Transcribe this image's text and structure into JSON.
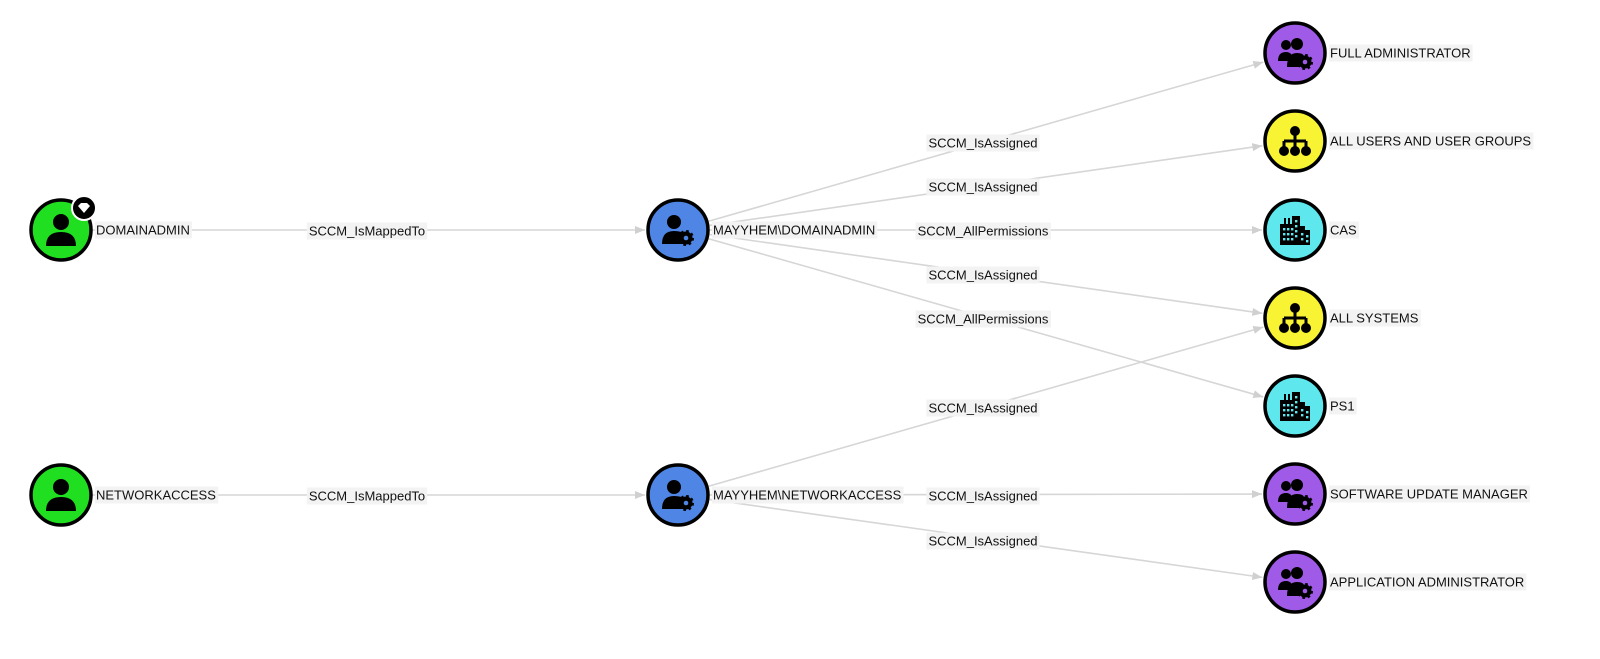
{
  "colors": {
    "user": "#20de20",
    "sccm_user": "#4f86e6",
    "role": "#a05ae8",
    "collection": "#f8f434",
    "site": "#5ee8ee",
    "edge": "#d6d6d6"
  },
  "nodes": [
    {
      "id": "domainadmin",
      "label": "DOMAINADMIN",
      "kind": "user",
      "icon": "user-icon",
      "badge": "diamond-icon"
    },
    {
      "id": "networkaccess",
      "label": "NETWORKACCESS",
      "kind": "user",
      "icon": "user-icon"
    },
    {
      "id": "m_domainadmin",
      "label": "MAYYHEM\\DOMAINADMIN",
      "kind": "sccm_user",
      "icon": "user-gear-icon"
    },
    {
      "id": "m_networkaccess",
      "label": "MAYYHEM\\NETWORKACCESS",
      "kind": "sccm_user",
      "icon": "user-gear-icon"
    },
    {
      "id": "full_admin",
      "label": "FULL ADMINISTRATOR",
      "kind": "role",
      "icon": "users-gear-icon"
    },
    {
      "id": "all_users",
      "label": "ALL USERS AND USER GROUPS",
      "kind": "collection",
      "icon": "hierarchy-icon"
    },
    {
      "id": "cas",
      "label": "CAS",
      "kind": "site",
      "icon": "building-icon"
    },
    {
      "id": "all_systems",
      "label": "ALL SYSTEMS",
      "kind": "collection",
      "icon": "hierarchy-icon"
    },
    {
      "id": "ps1",
      "label": "PS1",
      "kind": "site",
      "icon": "building-icon"
    },
    {
      "id": "sum",
      "label": "SOFTWARE UPDATE MANAGER",
      "kind": "role",
      "icon": "users-gear-icon"
    },
    {
      "id": "app_admin",
      "label": "APPLICATION ADMINISTRATOR",
      "kind": "role",
      "icon": "users-gear-icon"
    }
  ],
  "edges": [
    {
      "from": "domainadmin",
      "to": "m_domainadmin",
      "label": "SCCM_IsMappedTo"
    },
    {
      "from": "networkaccess",
      "to": "m_networkaccess",
      "label": "SCCM_IsMappedTo"
    },
    {
      "from": "m_domainadmin",
      "to": "full_admin",
      "label": "SCCM_IsAssigned"
    },
    {
      "from": "m_domainadmin",
      "to": "all_users",
      "label": "SCCM_IsAssigned"
    },
    {
      "from": "m_domainadmin",
      "to": "cas",
      "label": "SCCM_AllPermissions"
    },
    {
      "from": "m_domainadmin",
      "to": "all_systems",
      "label": "SCCM_IsAssigned"
    },
    {
      "from": "m_domainadmin",
      "to": "ps1",
      "label": "SCCM_AllPermissions"
    },
    {
      "from": "m_networkaccess",
      "to": "all_systems",
      "label": "SCCM_IsAssigned"
    },
    {
      "from": "m_networkaccess",
      "to": "sum",
      "label": "SCCM_IsAssigned"
    },
    {
      "from": "m_networkaccess",
      "to": "app_admin",
      "label": "SCCM_IsAssigned"
    }
  ]
}
